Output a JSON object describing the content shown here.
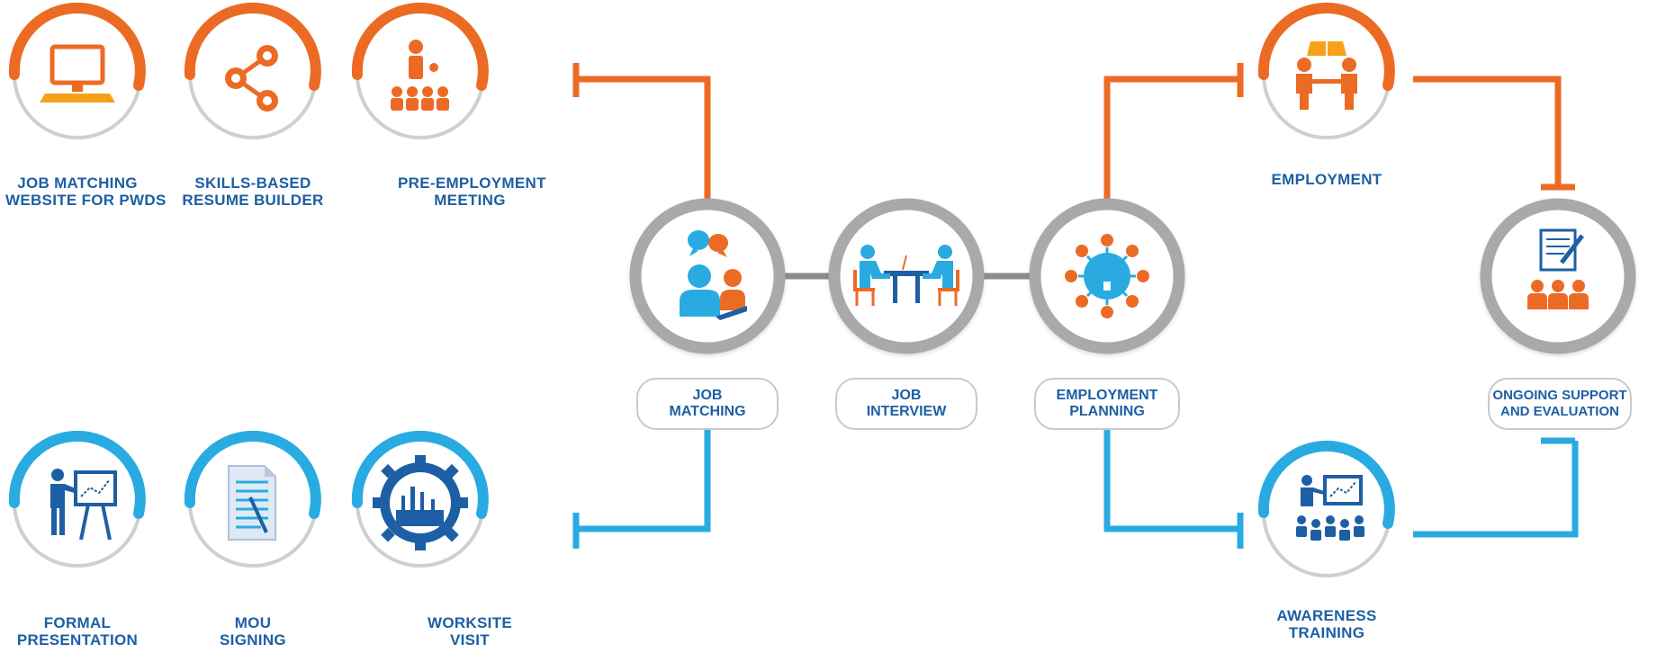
{
  "colors": {
    "orange": "#ec6b24",
    "blue": "#29abe2",
    "grey": "#8c8c8c",
    "navy": "#1d5fa4",
    "label": "#1d5fa4"
  },
  "nodes": {
    "job_matching_website": {
      "lines": [
        "JOB MATCHING",
        "WEBSITE FOR PWDS"
      ],
      "icon": "monitor-icon",
      "color": "orange"
    },
    "resume_builder": {
      "lines": [
        "SKILLS-BASED",
        "RESUME BUILDER"
      ],
      "icon": "share-icon",
      "color": "orange"
    },
    "pre_employment_meeting": {
      "lines": [
        "PRE-EMPLOYMENT",
        "MEETING"
      ],
      "icon": "meeting-icon",
      "color": "orange"
    },
    "formal_presentation": {
      "lines": [
        "FORMAL",
        "PRESENTATION"
      ],
      "icon": "presentation-icon",
      "color": "blue"
    },
    "mou_signing": {
      "lines": [
        "MOU",
        "SIGNING"
      ],
      "icon": "document-icon",
      "color": "blue"
    },
    "worksite_visit": {
      "lines": [
        "WORKSITE",
        "VISIT"
      ],
      "icon": "factory-gear-icon",
      "color": "blue"
    },
    "employment": {
      "lines": [
        "EMPLOYMENT"
      ],
      "icon": "handshake-icon",
      "color": "orange"
    },
    "awareness_training": {
      "lines": [
        "AWARENESS",
        "TRAINING"
      ],
      "icon": "training-icon",
      "color": "blue"
    }
  },
  "hubs": {
    "job_matching": {
      "lines": [
        "JOB",
        "MATCHING"
      ],
      "icon": "chat-people-icon"
    },
    "job_interview": {
      "lines": [
        "JOB",
        "INTERVIEW"
      ],
      "icon": "interview-icon"
    },
    "employment_planning": {
      "lines": [
        "EMPLOYMENT",
        "PLANNING"
      ],
      "icon": "network-icon"
    },
    "ongoing_support": {
      "lines": [
        "ONGOING SUPPORT",
        "AND EVALUATION"
      ],
      "icon": "evaluation-icon"
    }
  }
}
